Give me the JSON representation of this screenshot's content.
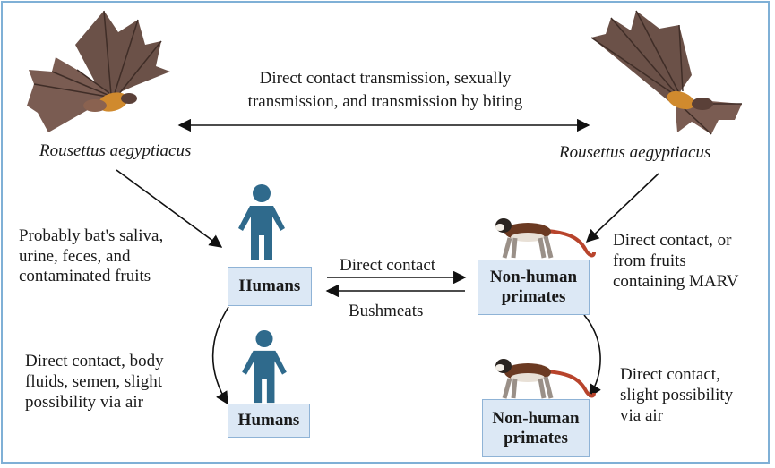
{
  "header": {
    "line1": "Direct contact transmission, sexually",
    "line2": "transmission, and transmission by biting"
  },
  "species": {
    "left": "Rousettus aegyptiacus",
    "right": "Rousettus aegyptiacus"
  },
  "left_note": {
    "line1": "Probably bat's saliva,",
    "line2": "urine, feces, and",
    "line3": "contaminated fruits"
  },
  "right_note": {
    "line1": "Direct contact, or",
    "line2": "from fruits",
    "line3": "containing MARV"
  },
  "boxes": {
    "humans_top": "Humans",
    "humans_bottom": "Humans",
    "primates_top_line1": "Non-human",
    "primates_top_line2": "primates",
    "primates_bottom_line1": "Non-human",
    "primates_bottom_line2": "primates"
  },
  "arrows": {
    "to_primates": "Direct contact",
    "to_humans": "Bushmeats"
  },
  "human_note": {
    "line1": "Direct contact, body",
    "line2": "fluids, semen, slight",
    "line3": "possibility via air"
  },
  "primate_note": {
    "line1": "Direct contact,",
    "line2": "slight possibility",
    "line3": "via air"
  },
  "colors": {
    "frame": "#7fb0d6",
    "box_fill": "#dce8f5",
    "human_icon": "#2f6a8c",
    "bat_wing": "#6b5148",
    "bat_body": "#d08a2e"
  }
}
